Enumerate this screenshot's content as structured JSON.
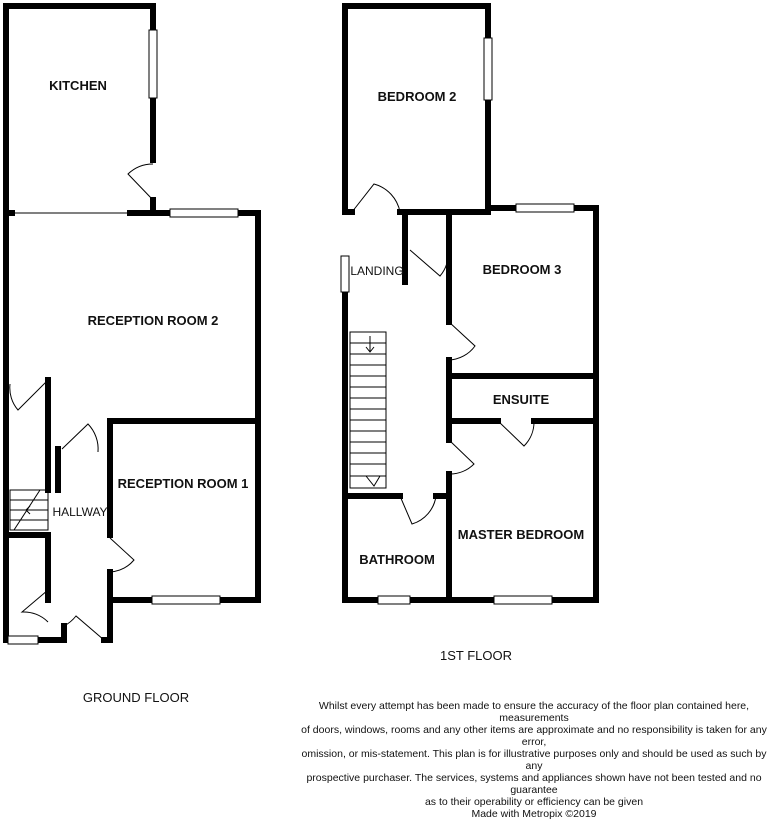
{
  "ground_floor": {
    "label": "GROUND FLOOR",
    "rooms": {
      "kitchen": "KITCHEN",
      "reception_room_2": "RECEPTION ROOM 2",
      "reception_room_1": "RECEPTION ROOM 1",
      "hallway": "HALLWAY"
    }
  },
  "first_floor": {
    "label": "1ST FLOOR",
    "rooms": {
      "bedroom_2": "BEDROOM 2",
      "landing": "LANDING",
      "bedroom_3": "BEDROOM 3",
      "ensuite": "ENSUITE",
      "bathroom": "BATHROOM",
      "master_bedroom": "MASTER BEDROOM"
    }
  },
  "disclaimer": {
    "lines": [
      "Whilst every attempt has been made to ensure the accuracy of the floor plan contained here, measurements",
      "of doors, windows, rooms and any other items are approximate and no responsibility is taken for any error,",
      "omission, or mis-statement. This plan is for illustrative purposes only and should be used as such by any",
      "prospective purchaser. The services, systems and appliances shown have not been tested and no guarantee",
      "as to their operability or efficiency can be given"
    ],
    "credit": "Made with Metropix ©2019"
  }
}
